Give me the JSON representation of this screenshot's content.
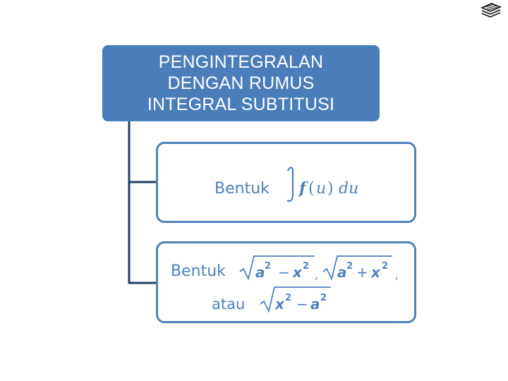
{
  "logo": {
    "icon": "stacked-books-icon"
  },
  "title": {
    "lines": [
      "PENGINTEGRALAN",
      "DENGAN RUMUS",
      "INTEGRAL SUBTITUSI"
    ]
  },
  "box1": {
    "label": "Bentuk",
    "integrand": "f",
    "paren_open": "(",
    "var": "u",
    "paren_close": ")",
    "differential": "du"
  },
  "box2": {
    "label": "Bentuk",
    "expr1": {
      "a": "a",
      "exp1": "2",
      "op": "−",
      "x": "x",
      "exp2": "2"
    },
    "comma1": ",",
    "expr2": {
      "a": "a",
      "exp1": "2",
      "op": "+",
      "x": "x",
      "exp2": "2"
    },
    "comma2": ",",
    "connector": "atau",
    "expr3": {
      "x": "x",
      "exp1": "2",
      "op": "−",
      "a": "a",
      "exp2": "2"
    }
  },
  "colors": {
    "title_bg": "#4a7ebb",
    "accent": "#4f81bd",
    "connector": "#1f3f66"
  }
}
